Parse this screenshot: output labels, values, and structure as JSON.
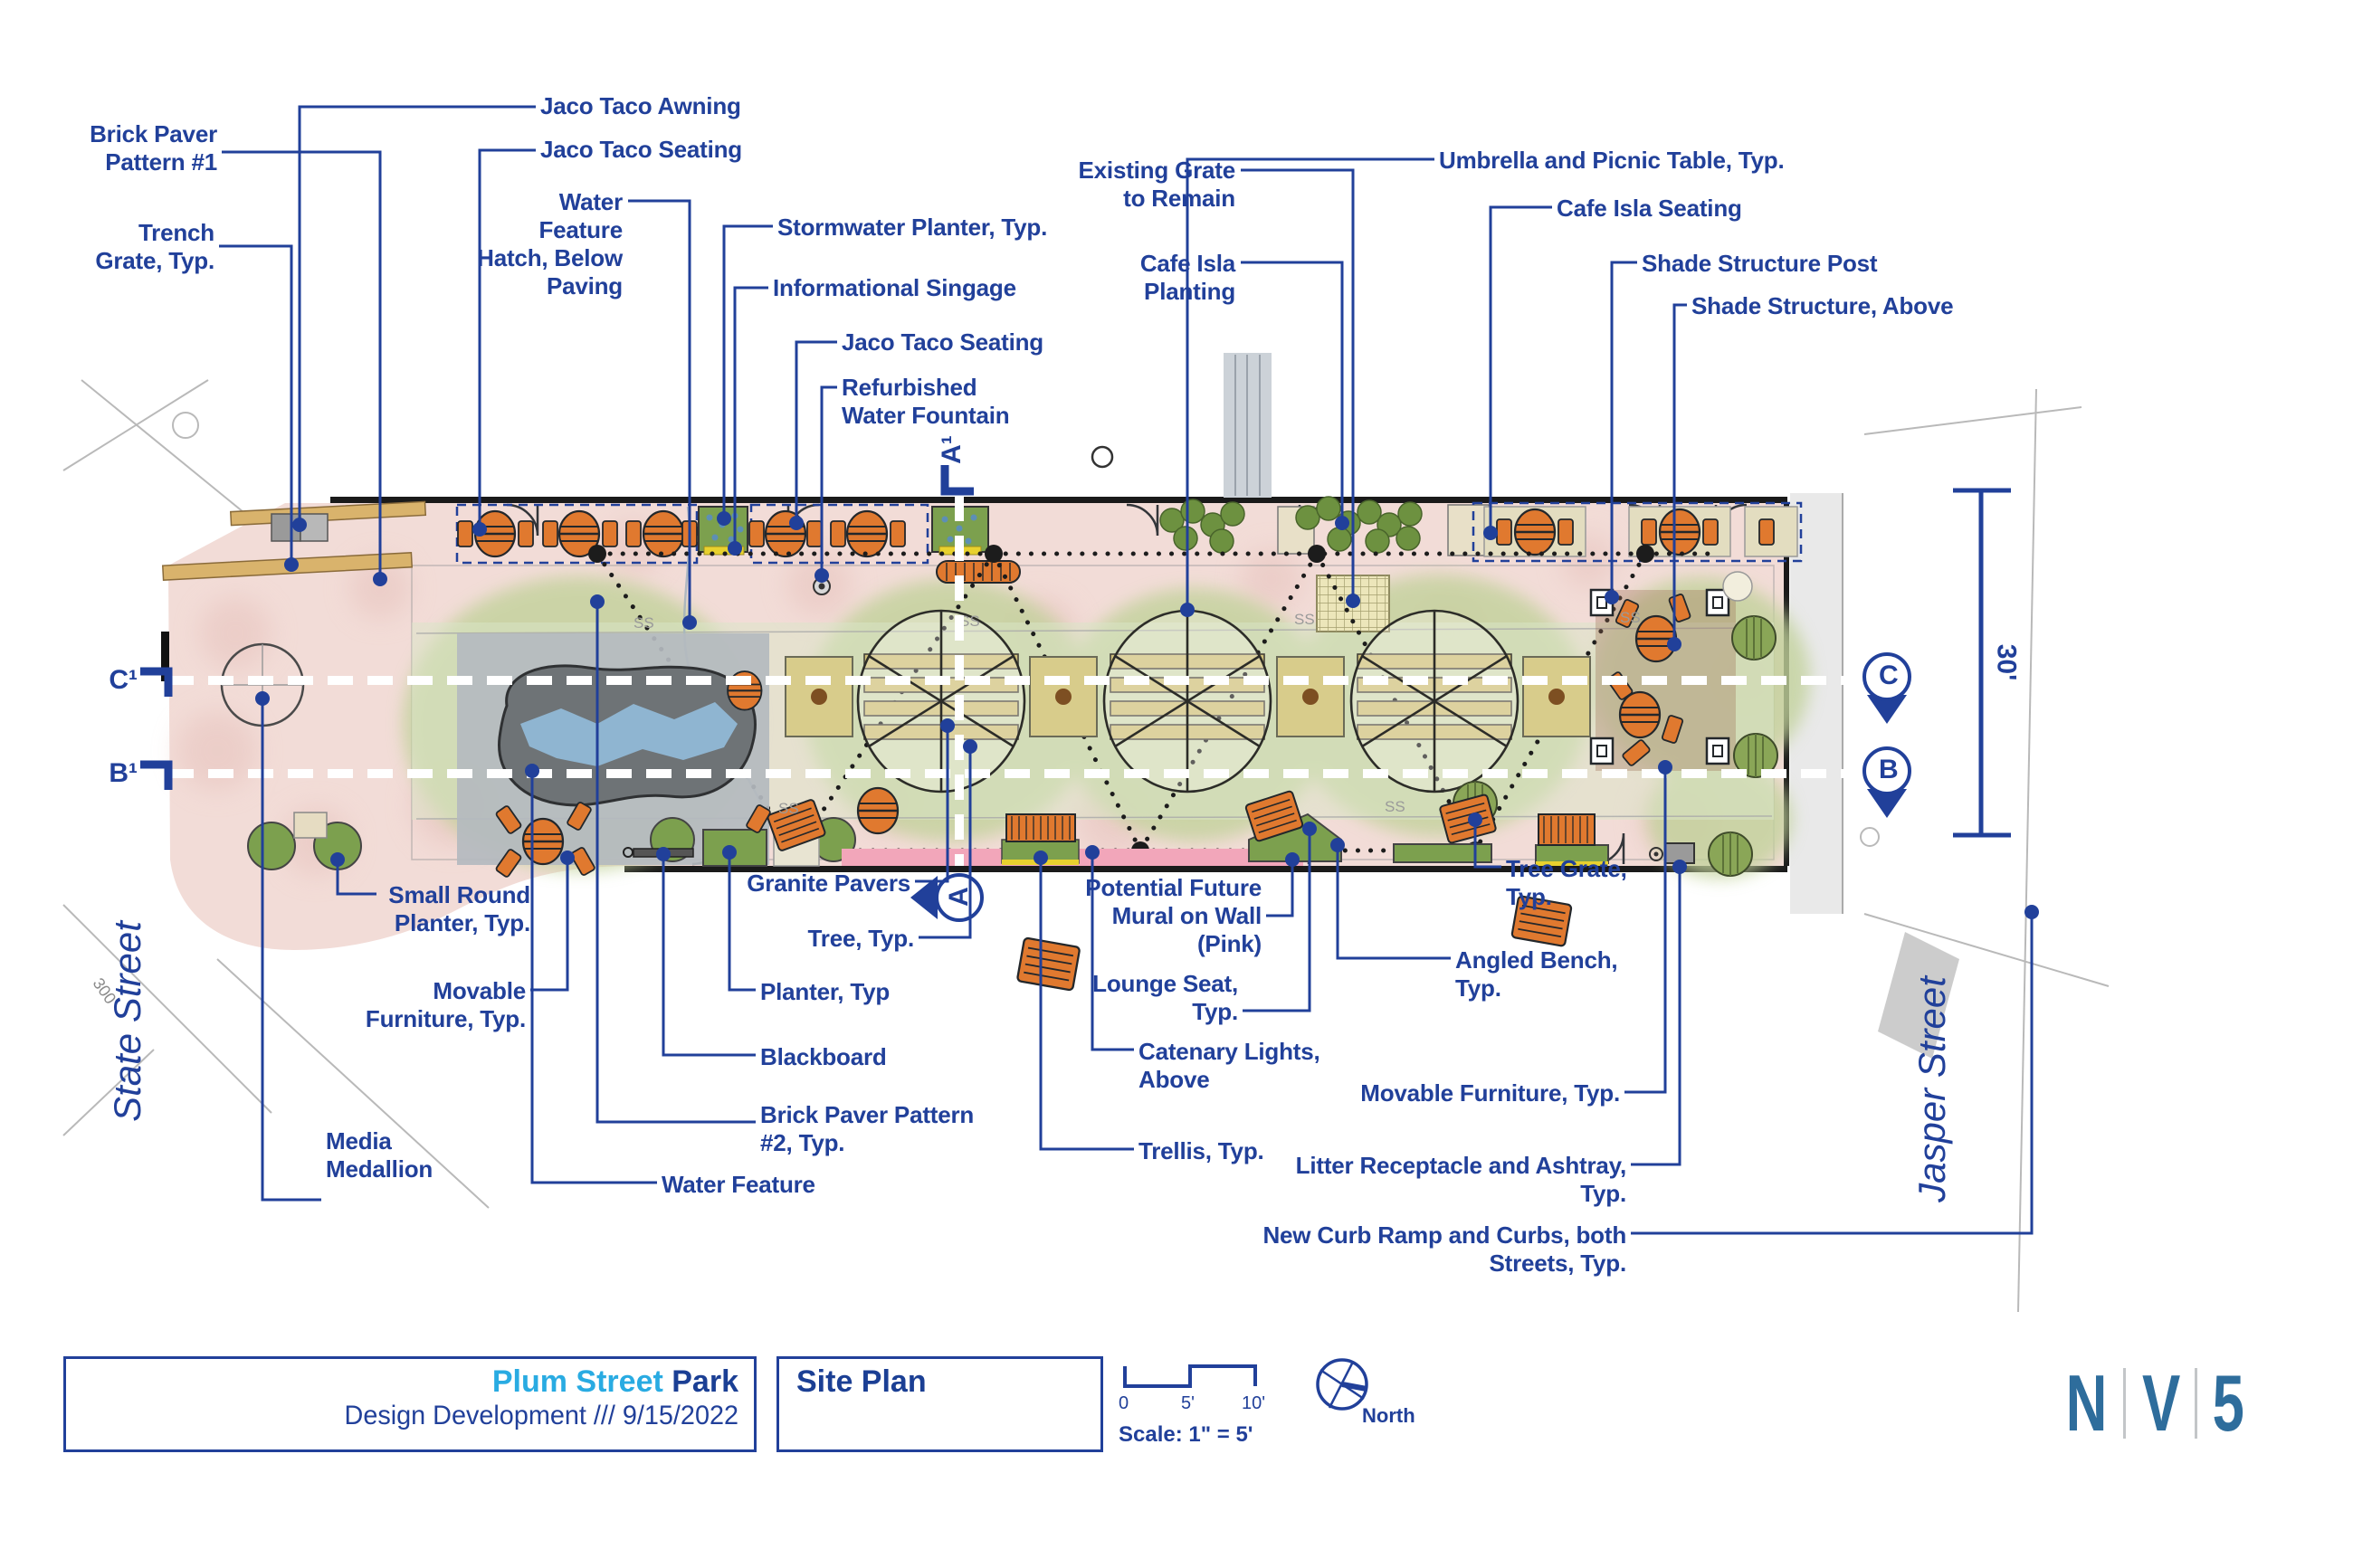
{
  "title_block": {
    "project_name_accent": "Plum Street",
    "project_name_rest": " Park",
    "subtitle": "Design Development  ///  9/15/2022",
    "sheet_name": "Site Plan",
    "scale_label": "Scale: 1\" = 5'",
    "scale_ticks": [
      "0",
      "5'",
      "10'"
    ],
    "north_label": "North",
    "logo_letters": [
      "N",
      "V",
      "5"
    ]
  },
  "streets": {
    "left": "State Street",
    "right": "Jasper Street",
    "left_annotation": "300"
  },
  "section_markers": {
    "c_left": "C¹",
    "b_left": "B¹",
    "c_right": "C",
    "b_right": "B",
    "a_top": "A¹",
    "a_bottom": "A",
    "dimension": "30'"
  },
  "plan": {
    "utility_label": "SS"
  },
  "callouts": {
    "brick_paver_1": "Brick Paver\nPattern #1",
    "trench_grate": "Trench\nGrate, Typ.",
    "jaco_awning": "Jaco Taco Awning",
    "jaco_seating_1": "Jaco Taco Seating",
    "water_hatch": "Water\nFeature\nHatch, Below\nPaving",
    "stormwater": "Stormwater Planter, Typ.",
    "info_signage": "Informational Singage",
    "jaco_seating_2": "Jaco Taco Seating",
    "refurb_fountain": "Refurbished\nWater Fountain",
    "existing_grate": "Existing Grate\nto Remain",
    "cafe_planting": "Cafe Isla\nPlanting",
    "umbrella_table": "Umbrella and Picnic Table, Typ.",
    "cafe_seating": "Cafe Isla Seating",
    "shade_post": "Shade Structure Post",
    "shade_above": "Shade Structure, Above",
    "small_round_planter": "Small Round\nPlanter, Typ.",
    "movable_furniture_1": "Movable\nFurniture, Typ.",
    "media_medallion": "Media\nMedallion",
    "water_feature": "Water Feature",
    "granite_pavers": "Granite Pavers",
    "tree": "Tree, Typ.",
    "planter": "Planter, Typ",
    "blackboard": "Blackboard",
    "brick_paver_2": "Brick Paver Pattern\n#2, Typ.",
    "mural": "Potential Future\nMural on Wall\n(Pink)",
    "lounge_seat": "Lounge Seat,\nTyp.",
    "catenary": "Catenary Lights,\nAbove",
    "trellis": "Trellis, Typ.",
    "tree_grate": "Tree Grate,\nTyp.",
    "angled_bench": "Angled Bench,\nTyp.",
    "movable_furniture_2": "Movable Furniture, Typ.",
    "litter": "Litter Receptacle and Ashtray, Typ.",
    "curb_ramp": "New Curb Ramp and Curbs, both Streets, Typ."
  },
  "colors": {
    "label_navy": "#21409a",
    "accent_cyan": "#29abe2",
    "plaza_pink": "#f2dcd7",
    "canopy_green": "#c2d29b",
    "furniture_orange": "#e0792f",
    "planter_green": "#7ca04e",
    "mural_pink": "#f2a6ba",
    "logo_blue": "#2e6d9c"
  }
}
